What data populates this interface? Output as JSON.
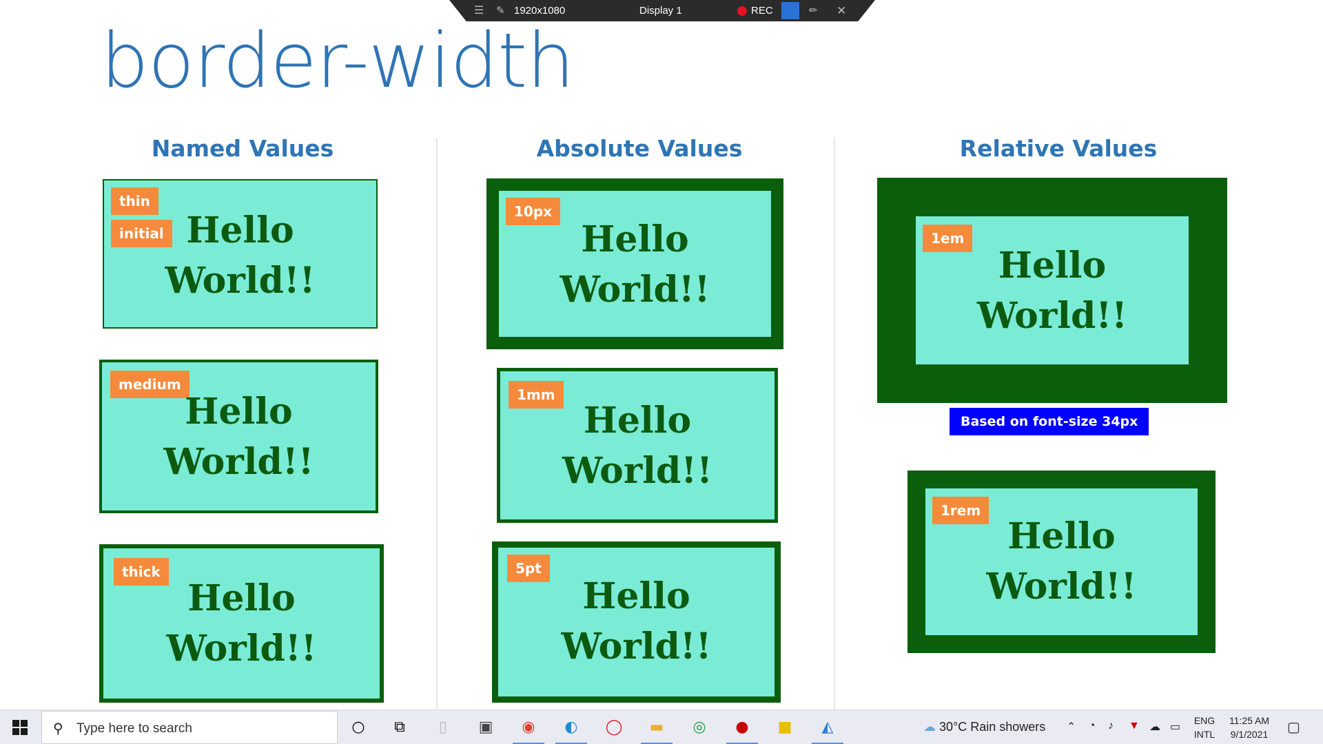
{
  "recorder": {
    "resolution": "1920x1080",
    "display": "Display 1",
    "rec_label": "REC"
  },
  "slide": {
    "title": "border-width",
    "columns": [
      {
        "heading": "Named Values",
        "boxes": [
          {
            "tags": [
              "thin",
              "initial"
            ],
            "line1": "Hello",
            "line2": "World!!"
          },
          {
            "tags": [
              "medium"
            ],
            "line1": "Hello",
            "line2": "World!!"
          },
          {
            "tags": [
              "thick"
            ],
            "line1": "Hello",
            "line2": "World!!"
          }
        ]
      },
      {
        "heading": "Absolute Values",
        "boxes": [
          {
            "tags": [
              "10px"
            ],
            "line1": "Hello",
            "line2": "World!!"
          },
          {
            "tags": [
              "1mm"
            ],
            "line1": "Hello",
            "line2": "World!!"
          },
          {
            "tags": [
              "5pt"
            ],
            "line1": "Hello",
            "line2": "World!!"
          }
        ]
      },
      {
        "heading": "Relative Values",
        "note": "Based on font-size 34px",
        "boxes": [
          {
            "tags": [
              "1em"
            ],
            "line1": "Hello",
            "line2": "World!!"
          },
          {
            "tags": [
              "1rem"
            ],
            "line1": "Hello",
            "line2": "World!!"
          }
        ]
      }
    ]
  },
  "taskbar": {
    "search_placeholder": "Type here to search",
    "weather": "30°C  Rain showers",
    "lang1": "ENG",
    "lang2": "INTL",
    "time": "11:25 AM",
    "date": "9/1/2021",
    "apps": [
      "cortana-icon",
      "task-view-icon",
      "file-icon",
      "store-icon",
      "chrome-icon",
      "edge-icon",
      "opera-icon",
      "file-explorer-icon",
      "whatsapp-icon",
      "recorder-icon",
      "player-icon",
      "vscode-icon"
    ]
  },
  "colors": {
    "title": "#2e74b5",
    "box_fill": "#7aecd6",
    "border": "#0b5e0b",
    "tag": "#f58a3c",
    "note": "#0000ff"
  }
}
